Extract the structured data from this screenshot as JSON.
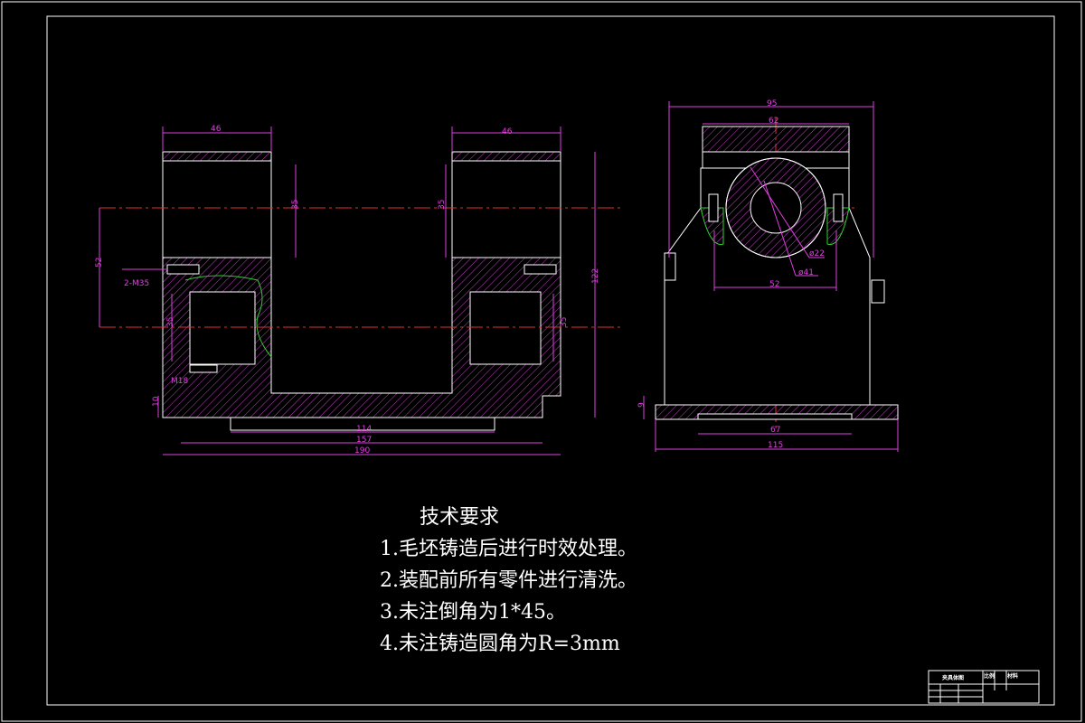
{
  "colors": {
    "background": "#000000",
    "frame": "#ffffff",
    "dimension": "#e040e0",
    "hatch": "#c040c0",
    "centerline": "#e03030",
    "highlight": "#30d030"
  },
  "front_view": {
    "dims": {
      "top_left": "46",
      "top_right": "46",
      "h_left": "35",
      "h_right": "35",
      "center_dist": "52",
      "thread": "2-M35",
      "h_lower_left": "35",
      "h_lower_right": "35",
      "total_h": "122",
      "m18": "M18",
      "base_t": "10",
      "w114": "114",
      "w157": "157",
      "w190": "190"
    }
  },
  "side_view": {
    "dims": {
      "w95": "95",
      "w62": "62",
      "d22": "ø22",
      "d41": "ø41",
      "w52": "52",
      "w67": "67",
      "w115": "115",
      "h9": "9"
    }
  },
  "notes": {
    "title": "技术要求",
    "items": [
      "1.毛坯铸造后进行时效处理。",
      "2.装配前所有零件进行清洗。",
      "3.未注倒角为1*45。",
      "4.未注铸造圆角为R=3mm"
    ]
  },
  "title_block": {
    "name": "夹具体图",
    "scale_label": "比例",
    "material_label": "材料"
  }
}
